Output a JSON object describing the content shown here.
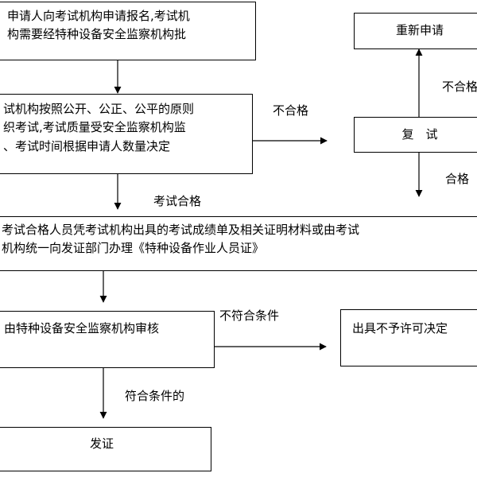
{
  "boxes": {
    "apply": [
      "申请人向考试机构申请报名,考试机",
      "构需要经特种设备安全监察机构批"
    ],
    "exam": [
      "试机构按照公开、公正、公平的原则",
      "织考试,考试质量受安全监察机构监",
      "、考试时间根据申请人数量决定"
    ],
    "reapply": "重新申请",
    "retest": "复　试",
    "certify_docs": [
      "考试合格人员凭考试机构出具的考试成绩单及相关证明材料或由考试",
      "机构统一向发证部门办理《特种设备作业人员证》"
    ],
    "review": "由特种设备安全监察机构审核",
    "deny": "出具不予许可决定",
    "issue": "发证"
  },
  "labels": {
    "fail": "不合格",
    "retest_fail": "不合格",
    "retest_pass": "合格",
    "exam_pass": "考试合格",
    "not_qualified": "不符合条件",
    "qualified": "符合条件的"
  }
}
